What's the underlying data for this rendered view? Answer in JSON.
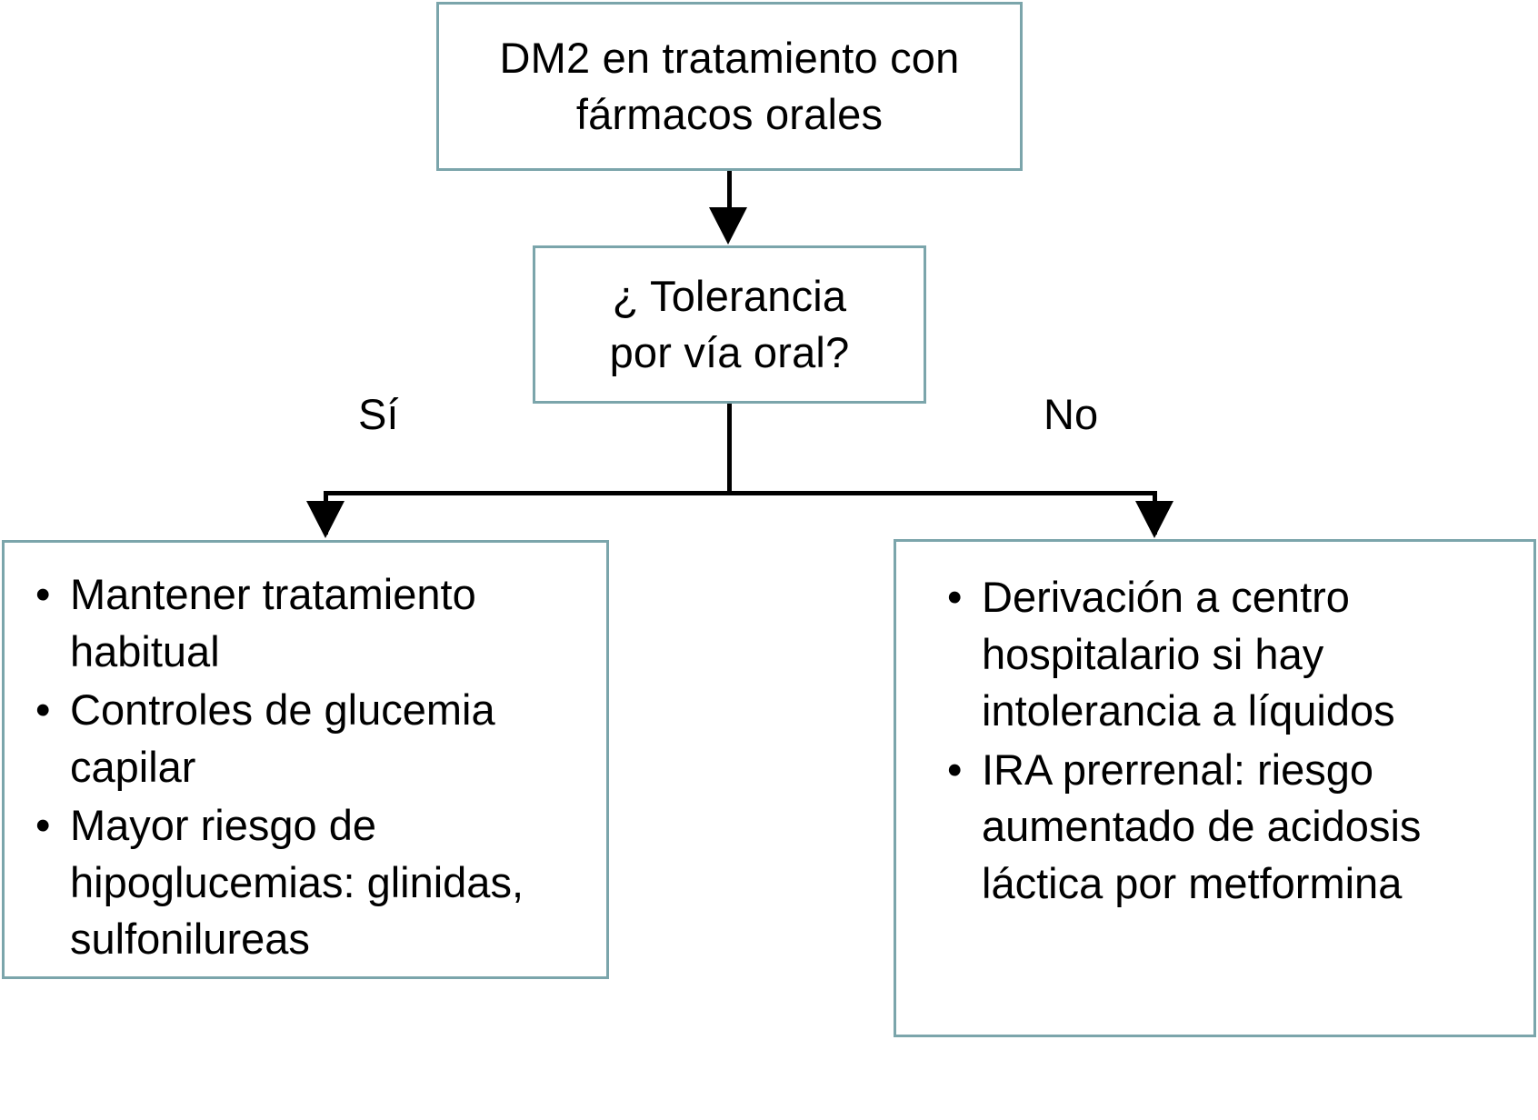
{
  "diagram": {
    "title": "DM2 en tratamiento con farmacos orales - algoritmo de tolerancia oral",
    "colors": {
      "box_border": "#7ba5ab",
      "connector": "#000000",
      "background": "#ffffff",
      "text": "#000000"
    },
    "nodes": {
      "start": {
        "type": "process",
        "text": "DM2 en tratamiento con\nfármacos orales"
      },
      "decision": {
        "type": "decision",
        "text": "¿ Tolerancia\npor vía oral?"
      },
      "yes_outcome": {
        "type": "outcome",
        "bullet": "•",
        "items": [
          "Mantener tratamiento habitual",
          "Controles de glucemia capilar",
          "Mayor riesgo de hipoglucemias: glinidas, sulfonilureas"
        ]
      },
      "no_outcome": {
        "type": "outcome",
        "bullet": "•",
        "items": [
          "Derivación a centro hospitalario si hay intolerancia a líquidos",
          "IRA prerrenal: riesgo aumentado de acidosis láctica por metformina"
        ]
      }
    },
    "branch_labels": {
      "yes": "Sí",
      "no": "No"
    }
  }
}
